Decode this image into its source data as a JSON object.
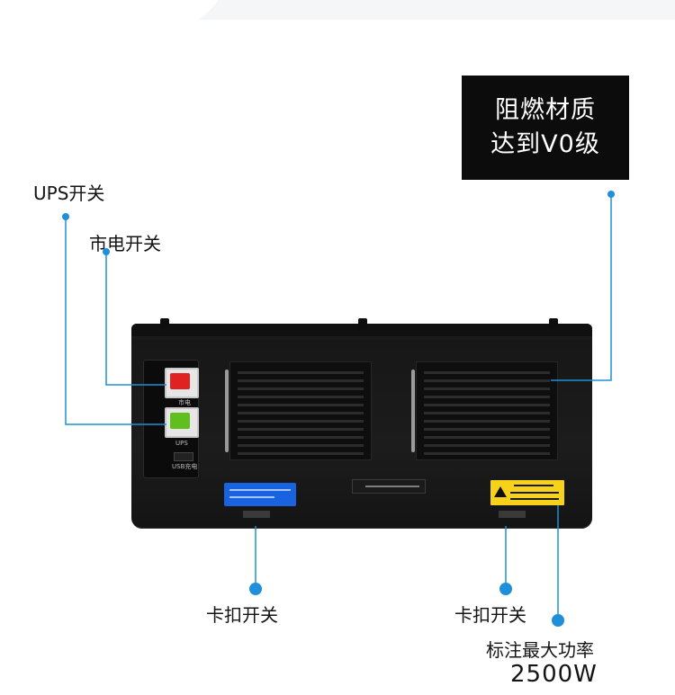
{
  "callout": {
    "line1": "阻燃材质",
    "line2": "达到V0级"
  },
  "labels": {
    "ups_switch": "UPS开关",
    "mains_switch": "市电开关",
    "clip_switch_left": "卡扣开关",
    "clip_switch_right": "卡扣开关",
    "power_note": "标注最大功率",
    "power_value": "2500W"
  },
  "device_panel": {
    "switch_caption": "市电",
    "ups_caption": "UPS",
    "usb_caption": "USB充电"
  },
  "colors": {
    "accent": "#1e8fd8",
    "red_switch": "#e12222",
    "green_switch": "#5fbf1f",
    "blue_label": "#1a63e0",
    "warning_label": "#f6d21a"
  }
}
